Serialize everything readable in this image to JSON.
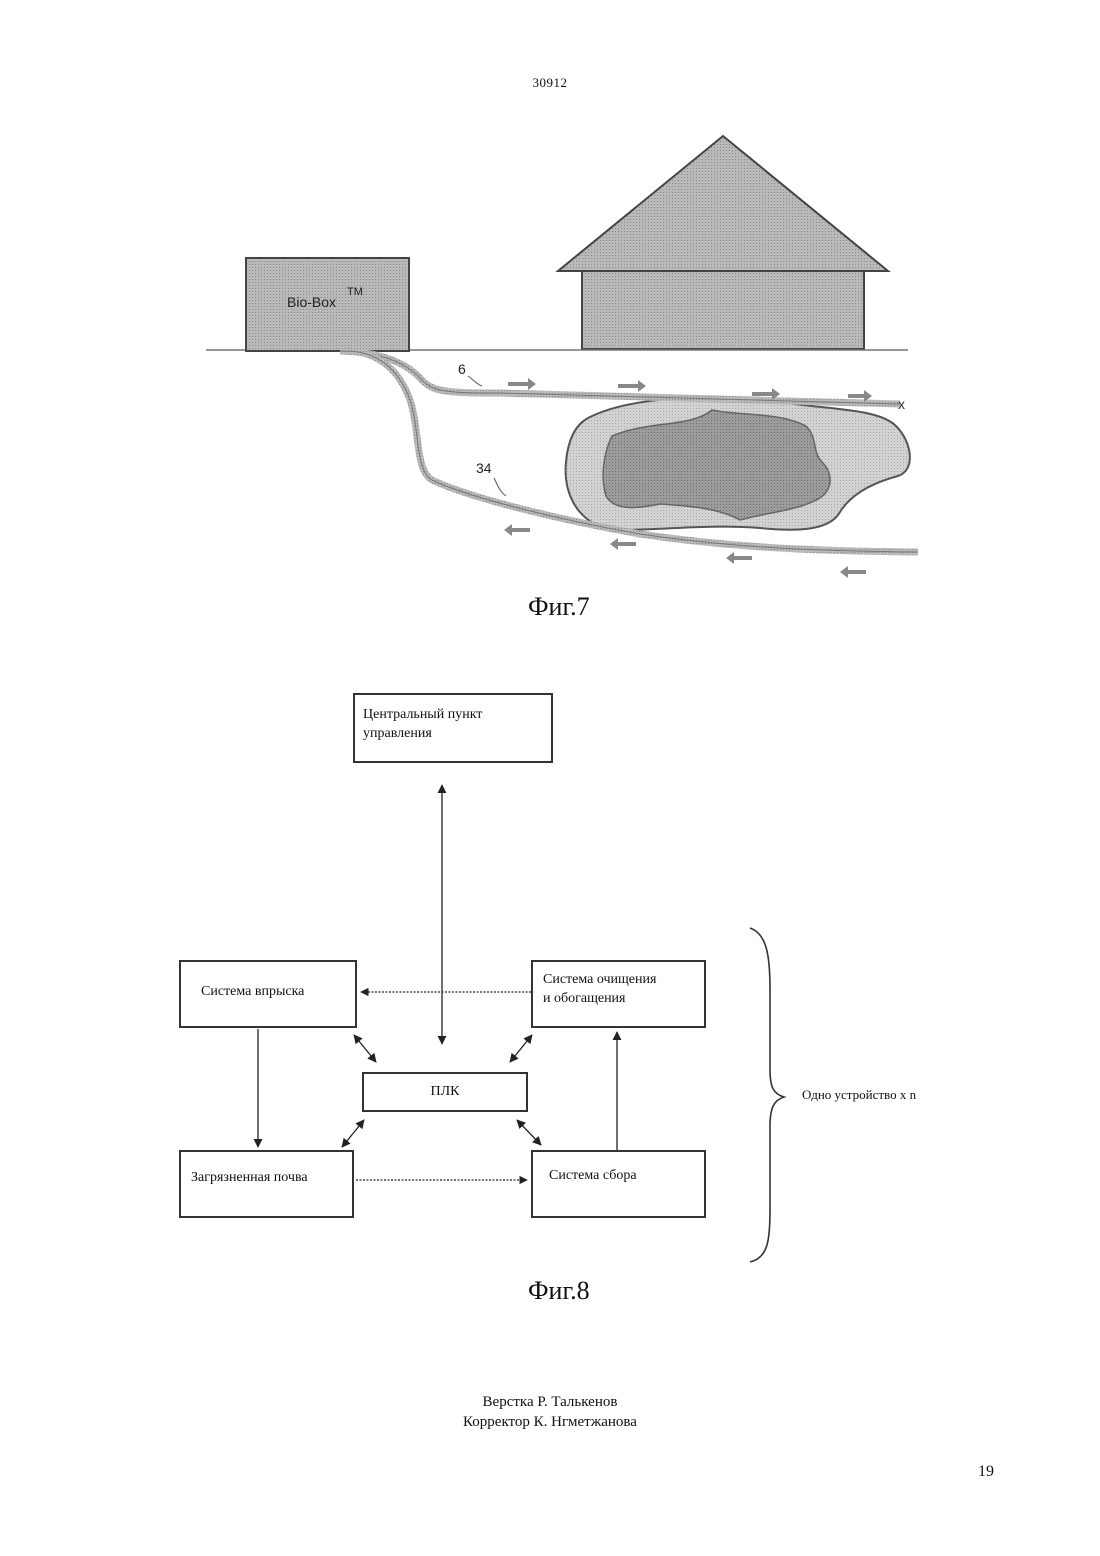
{
  "header": {
    "doc_number": "30912"
  },
  "figure7": {
    "caption": "Фиг.7",
    "biobox_label": "Bio-Box",
    "biobox_tm": "TM",
    "label_6": "6",
    "label_34": "34"
  },
  "figure8": {
    "caption": "Фиг.8",
    "central_line1": "Центральный пункт",
    "central_line2": "управления",
    "injection": "Система впрыска",
    "cleaning_line1": "Система очищения",
    "cleaning_line2": "и обогащения",
    "plc": "ПЛК",
    "soil": "Загрязненная почва",
    "collection": "Система сбора",
    "brace_note": "Одно устройство x n"
  },
  "footer": {
    "credit_layout": "Верстка Р. Талькенов",
    "credit_proof": "Корректор К. Нгметжанова",
    "page_number": "19"
  }
}
